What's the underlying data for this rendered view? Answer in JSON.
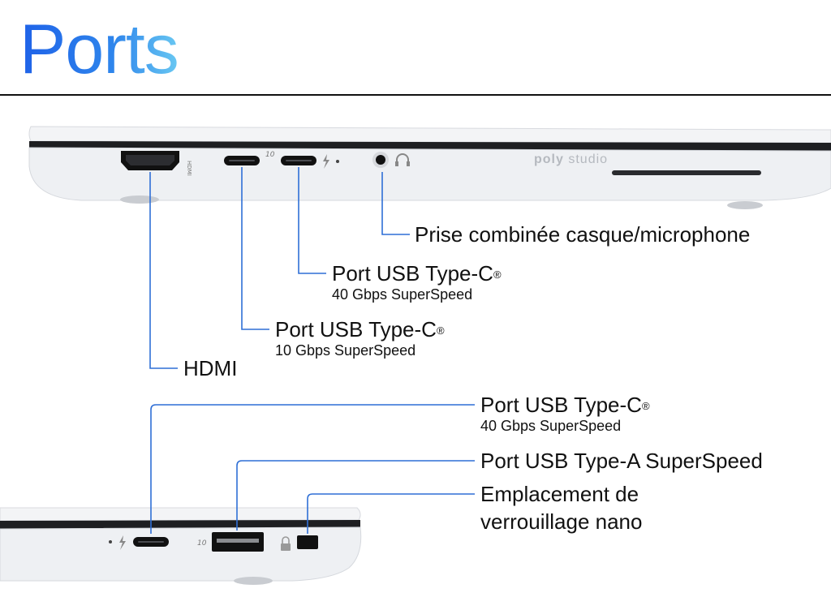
{
  "title": "Ports",
  "brand": {
    "bold": "poly",
    "light": "studio"
  },
  "left_side": {
    "ports": [
      {
        "name": "Prise combinée casque/microphone"
      },
      {
        "name": "Port USB Type-C",
        "mark": "®",
        "spec": "40 Gbps SuperSpeed"
      },
      {
        "name": "Port USB Type-C",
        "mark": "®",
        "spec": "10 Gbps SuperSpeed"
      },
      {
        "name": "HDMI"
      }
    ]
  },
  "right_side": {
    "ports": [
      {
        "name": "Port USB Type-C",
        "mark": "®",
        "spec": "40 Gbps SuperSpeed"
      },
      {
        "name": "Port USB Type-A SuperSpeed"
      },
      {
        "name_line1": "Emplacement de",
        "name_line2": "verrouillage nano"
      }
    ]
  },
  "colors": {
    "title_start": "#1f62e8",
    "title_end": "#69c8f2",
    "callout_line": "#2f6fd6",
    "chassis": "#eef0f3"
  },
  "icons": [
    "hdmi-port-icon",
    "usb-c-port-icon",
    "thunderbolt-icon",
    "headphone-icon",
    "usb-a-port-icon",
    "lock-icon",
    "lock-slot-icon"
  ]
}
